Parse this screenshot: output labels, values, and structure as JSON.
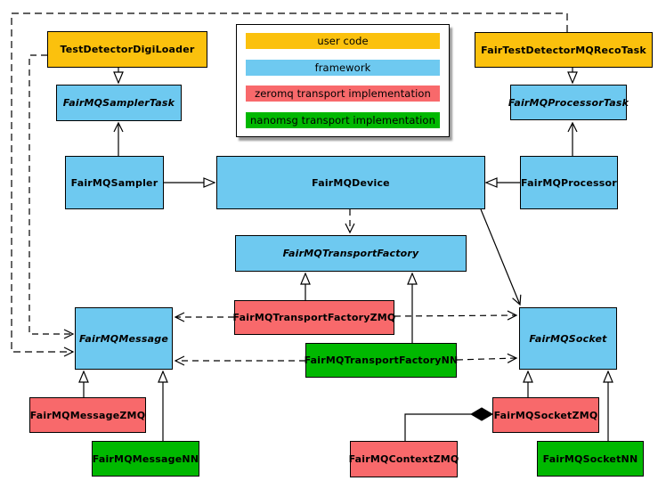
{
  "legend": {
    "items": [
      {
        "label": "user code",
        "role": "user-code",
        "color": "#FBC10D"
      },
      {
        "label": "framework",
        "role": "framework",
        "color": "#6EC9F0"
      },
      {
        "label": "zeromq transport implementation",
        "role": "zeromq",
        "color": "#F8696B"
      },
      {
        "label": "nanomsg transport implementation",
        "role": "nanomsg",
        "color": "#00B800"
      }
    ]
  },
  "nodes": [
    {
      "id": "TestDetectorDigiLoader",
      "label": "TestDetectorDigiLoader",
      "role": "user-code",
      "abstract": false
    },
    {
      "id": "FairTestDetectorMQRecoTask",
      "label": "FairTestDetectorMQRecoTask",
      "role": "user-code",
      "abstract": false
    },
    {
      "id": "FairMQSamplerTask",
      "label": "FairMQSamplerTask",
      "role": "framework",
      "abstract": true
    },
    {
      "id": "FairMQProcessorTask",
      "label": "FairMQProcessorTask",
      "role": "framework",
      "abstract": true
    },
    {
      "id": "FairMQSampler",
      "label": "FairMQSampler",
      "role": "framework",
      "abstract": false
    },
    {
      "id": "FairMQDevice",
      "label": "FairMQDevice",
      "role": "framework",
      "abstract": false
    },
    {
      "id": "FairMQProcessor",
      "label": "FairMQProcessor",
      "role": "framework",
      "abstract": false
    },
    {
      "id": "FairMQTransportFactory",
      "label": "FairMQTransportFactory",
      "role": "framework",
      "abstract": true
    },
    {
      "id": "FairMQTransportFactoryZMQ",
      "label": "FairMQTransportFactoryZMQ",
      "role": "zeromq",
      "abstract": false
    },
    {
      "id": "FairMQTransportFactoryNN",
      "label": "FairMQTransportFactoryNN",
      "role": "nanomsg",
      "abstract": false
    },
    {
      "id": "FairMQMessage",
      "label": "FairMQMessage",
      "role": "framework",
      "abstract": true
    },
    {
      "id": "FairMQSocket",
      "label": "FairMQSocket",
      "role": "framework",
      "abstract": true
    },
    {
      "id": "FairMQMessageZMQ",
      "label": "FairMQMessageZMQ",
      "role": "zeromq",
      "abstract": false
    },
    {
      "id": "FairMQMessageNN",
      "label": "FairMQMessageNN",
      "role": "nanomsg",
      "abstract": false
    },
    {
      "id": "FairMQContextZMQ",
      "label": "FairMQContextZMQ",
      "role": "zeromq",
      "abstract": false
    },
    {
      "id": "FairMQSocketZMQ",
      "label": "FairMQSocketZMQ",
      "role": "zeromq",
      "abstract": false
    },
    {
      "id": "FairMQSocketNN",
      "label": "FairMQSocketNN",
      "role": "nanomsg",
      "abstract": false
    }
  ],
  "edges": [
    {
      "from": "TestDetectorDigiLoader",
      "to": "FairMQSamplerTask",
      "type": "inheritance",
      "line": "solid"
    },
    {
      "from": "FairTestDetectorMQRecoTask",
      "to": "FairMQProcessorTask",
      "type": "inheritance",
      "line": "solid"
    },
    {
      "from": "FairMQSampler",
      "to": "FairMQSamplerTask",
      "type": "association",
      "line": "solid"
    },
    {
      "from": "FairMQProcessor",
      "to": "FairMQProcessorTask",
      "type": "association",
      "line": "solid"
    },
    {
      "from": "FairMQSampler",
      "to": "FairMQDevice",
      "type": "inheritance",
      "line": "solid"
    },
    {
      "from": "FairMQProcessor",
      "to": "FairMQDevice",
      "type": "inheritance",
      "line": "solid"
    },
    {
      "from": "FairMQDevice",
      "to": "FairMQTransportFactory",
      "type": "dependency",
      "line": "dashed"
    },
    {
      "from": "FairMQDevice",
      "to": "FairMQSocket",
      "type": "association",
      "line": "solid"
    },
    {
      "from": "FairMQTransportFactoryZMQ",
      "to": "FairMQTransportFactory",
      "type": "inheritance",
      "line": "solid"
    },
    {
      "from": "FairMQTransportFactoryNN",
      "to": "FairMQTransportFactory",
      "type": "inheritance",
      "line": "solid"
    },
    {
      "from": "FairMQTransportFactoryZMQ",
      "to": "FairMQMessage",
      "type": "dependency",
      "line": "dashed"
    },
    {
      "from": "FairMQTransportFactoryNN",
      "to": "FairMQMessage",
      "type": "dependency",
      "line": "dashed"
    },
    {
      "from": "FairMQTransportFactoryZMQ",
      "to": "FairMQSocket",
      "type": "dependency",
      "line": "dashed"
    },
    {
      "from": "FairMQTransportFactoryNN",
      "to": "FairMQSocket",
      "type": "dependency",
      "line": "dashed"
    },
    {
      "from": "TestDetectorDigiLoader",
      "to": "FairMQMessage",
      "type": "dependency",
      "line": "dashed"
    },
    {
      "from": "FairTestDetectorMQRecoTask",
      "to": "FairMQMessage",
      "type": "dependency",
      "line": "dashed"
    },
    {
      "from": "FairMQMessageZMQ",
      "to": "FairMQMessage",
      "type": "inheritance",
      "line": "solid"
    },
    {
      "from": "FairMQMessageNN",
      "to": "FairMQMessage",
      "type": "inheritance",
      "line": "solid"
    },
    {
      "from": "FairMQSocketZMQ",
      "to": "FairMQSocket",
      "type": "inheritance",
      "line": "solid"
    },
    {
      "from": "FairMQSocketNN",
      "to": "FairMQSocket",
      "type": "inheritance",
      "line": "solid"
    },
    {
      "from": "FairMQContextZMQ",
      "to": "FairMQSocketZMQ",
      "type": "composition",
      "line": "solid"
    }
  ]
}
